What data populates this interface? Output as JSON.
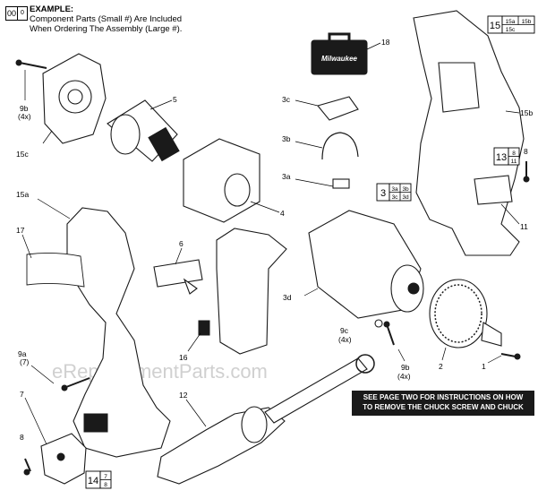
{
  "header": {
    "key_large": "00",
    "key_small": "0",
    "title": "EXAMPLE:",
    "line1": "Component Parts (Small #) Are Included",
    "line2": "When Ordering The Assembly (Large #)."
  },
  "note": {
    "line1": "SEE PAGE TWO FOR INSTRUCTIONS ON HOW",
    "line2": "TO REMOVE THE CHUCK SCREW AND CHUCK"
  },
  "watermark": "eReplacementParts.com",
  "case_brand": "Milwaukee",
  "labels": {
    "p18": "18",
    "p5": "5",
    "p9b_a": "9b",
    "p9b_a_qty": "(4x)",
    "p15c": "15c",
    "p3c": "3c",
    "p3b": "3b",
    "p3a": "3a",
    "p4": "4",
    "p15a": "15a",
    "p17": "17",
    "p6": "6",
    "p3d": "3d",
    "p9c": "9c",
    "p9c_qty": "(4x)",
    "p9b_b": "9b",
    "p9b_b_qty": "(4x)",
    "p2": "2",
    "p1": "1",
    "p16": "16",
    "p9a": "9a",
    "p9a_qty": "(7)",
    "p7": "7",
    "p8a": "8",
    "p12": "12",
    "p15b": "15b",
    "p8b": "8",
    "p11": "11"
  },
  "assemblies": {
    "a15": {
      "main": "15",
      "subs": [
        "15a",
        "15b",
        "15c"
      ]
    },
    "a3": {
      "main": "3",
      "subs": [
        "3a",
        "3b",
        "3c",
        "3d"
      ]
    },
    "a13": {
      "main": "13",
      "subs": [
        "8",
        "11"
      ]
    },
    "a14": {
      "main": "14",
      "subs": [
        "7",
        "8"
      ]
    }
  }
}
